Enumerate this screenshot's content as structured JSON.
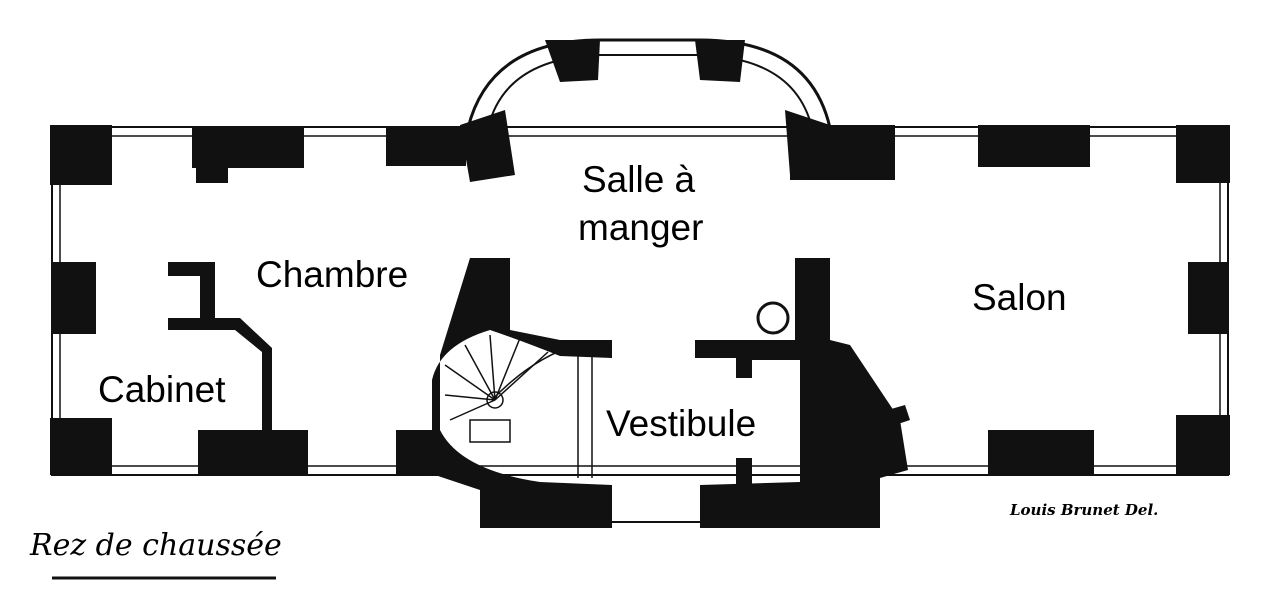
{
  "rooms": {
    "salle": "Salle à",
    "salle2": "manger",
    "chambre": "Chambre",
    "salon": "Salon",
    "cabinet": "Cabinet",
    "vestibule": "Vestibule"
  },
  "caption": "Rez de chaussée",
  "signature": "Louis Brunet Del."
}
